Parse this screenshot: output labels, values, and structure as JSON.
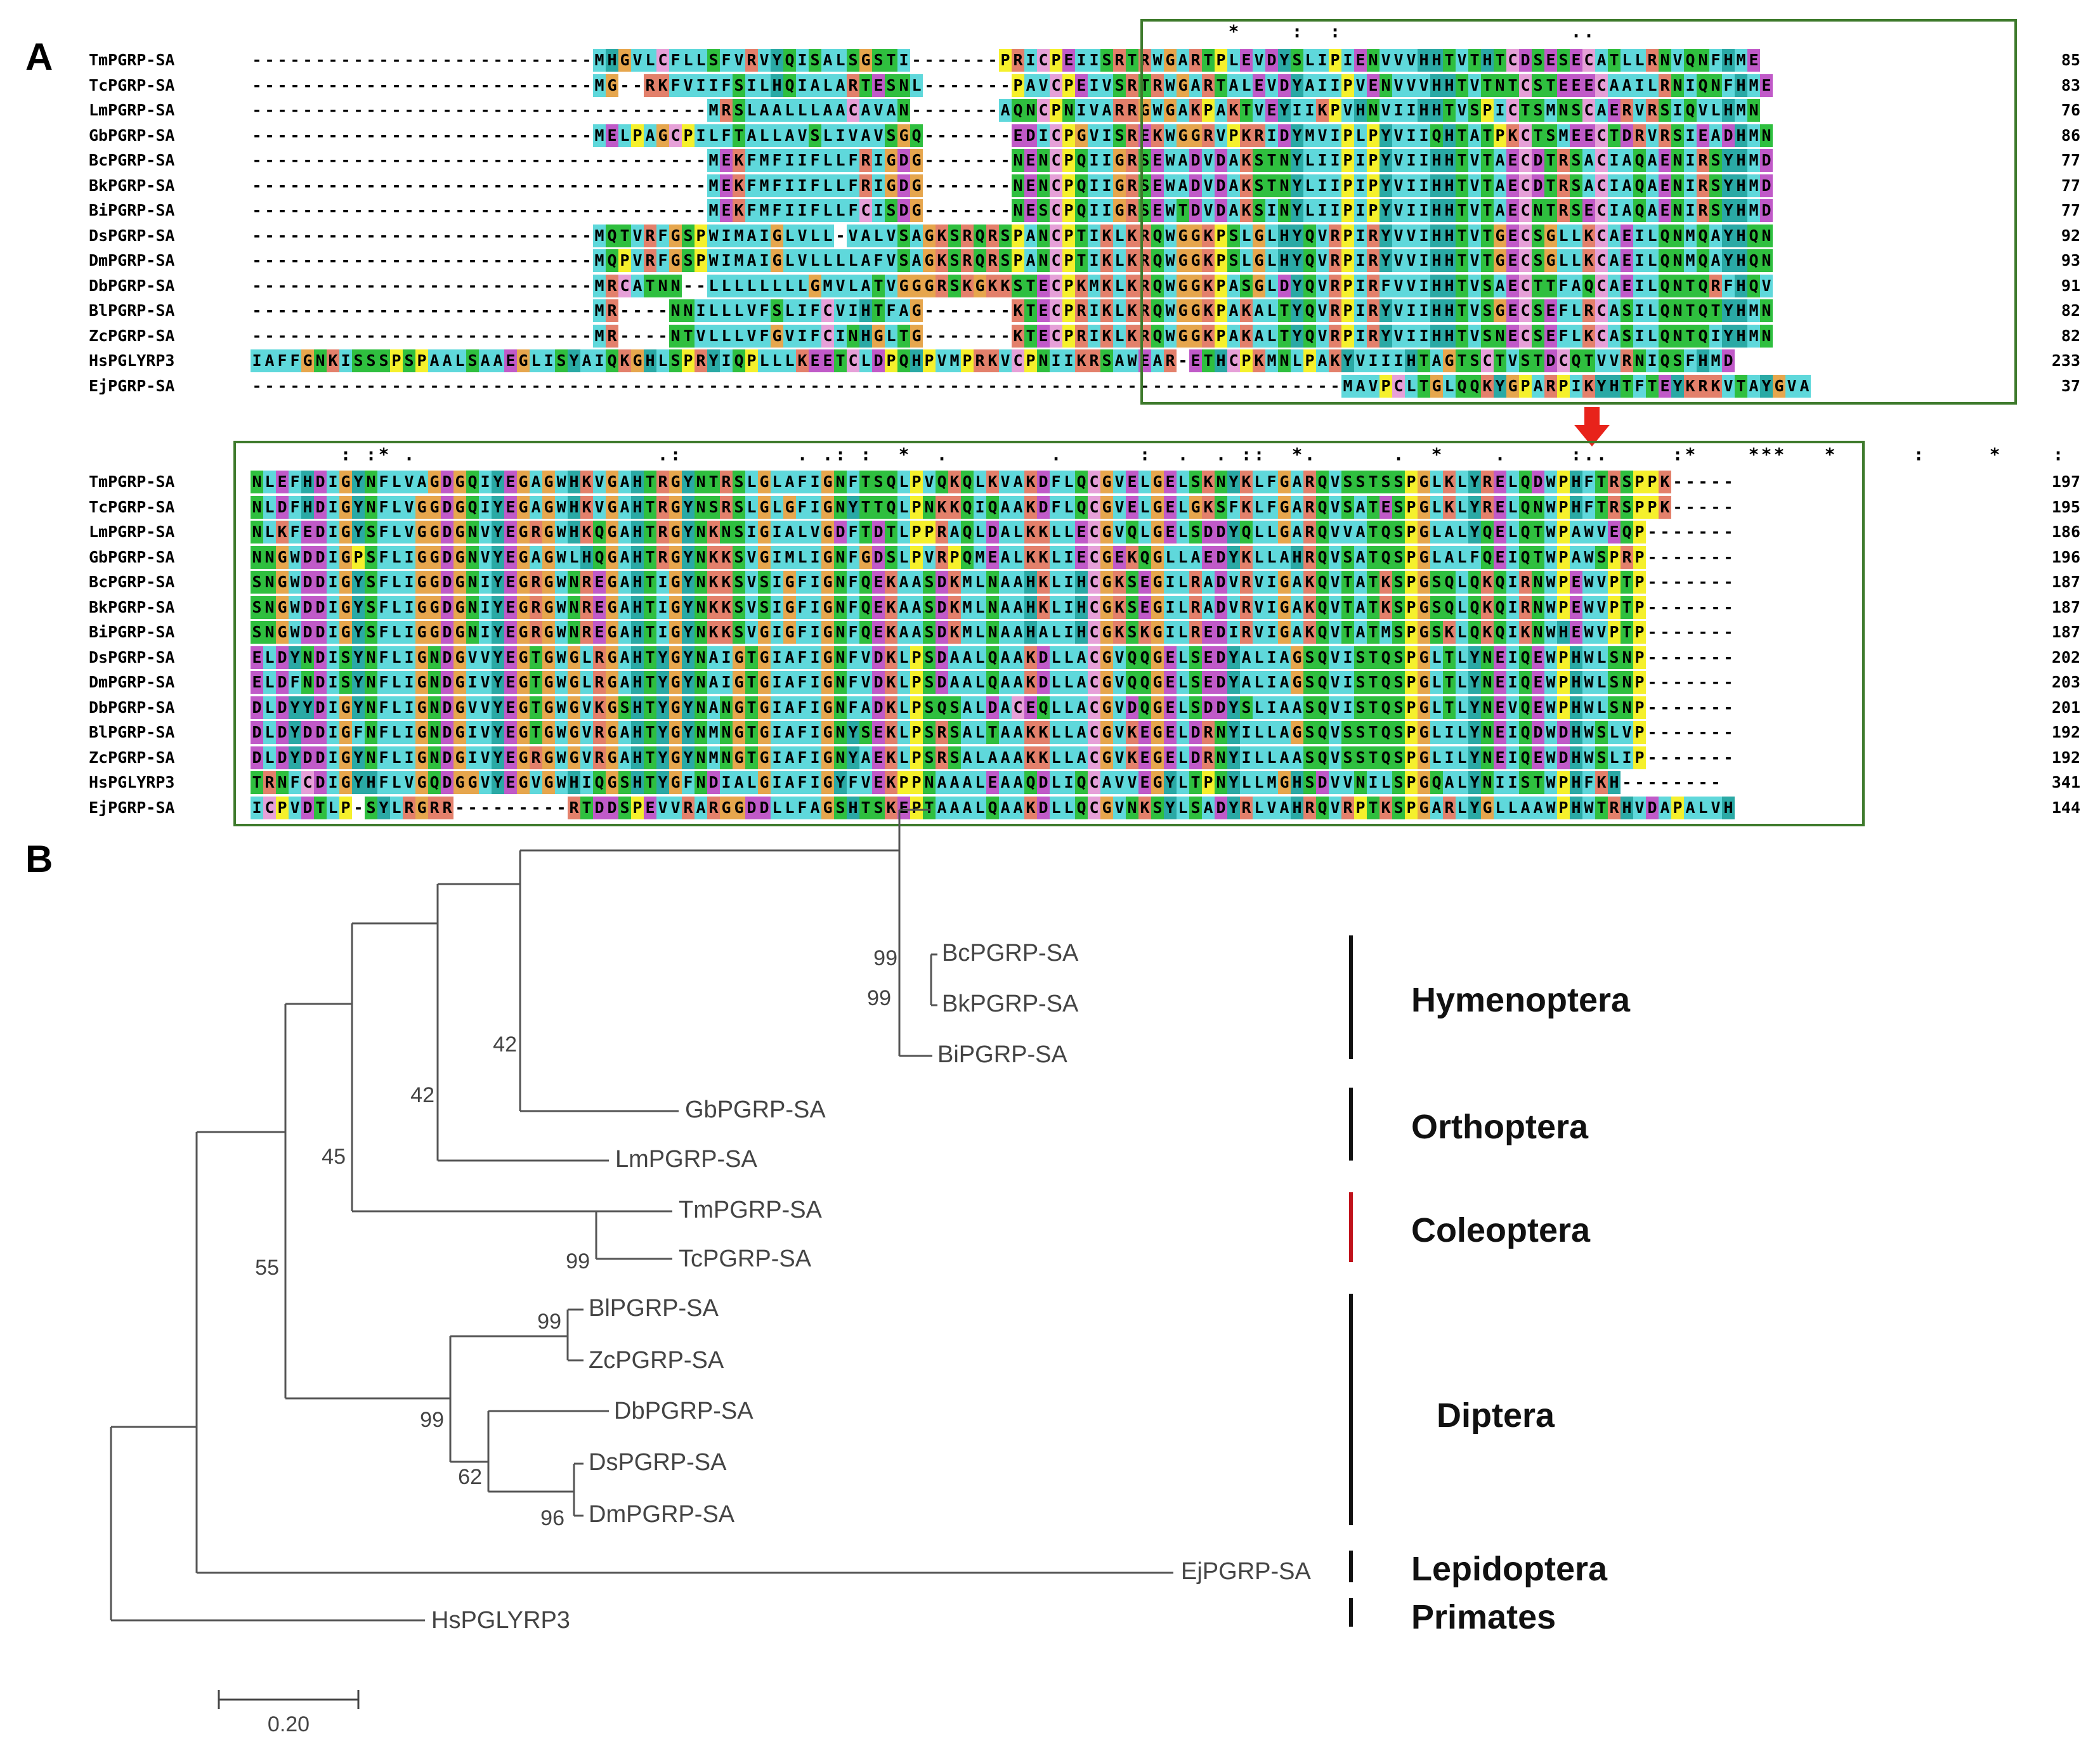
{
  "figure": {
    "panel_a_label": "A",
    "panel_b_label": "B",
    "alignment_block1": [
      {
        "name": "TmPGRP-SA",
        "seq": "---------------------------MHGVLCFLLSFVRVYQISALSGSTI-------PRICPEIISRTRWGARTPLEVDYSLIPIENVVVHHTVTHTCDSESECATLLRNVQNFHME",
        "num": "85"
      },
      {
        "name": "TcPGRP-SA",
        "seq": "---------------------------MG--RKFVIIFSILHQIALARTESNL-------PAVCPEIVSRTRWGARTALEVDYAIIPVENVVVHHTVTNTCSTEEECAAILRNIQNFHME",
        "num": "83"
      },
      {
        "name": "LmPGRP-SA",
        "seq": "------------------------------------MRSLAALLLAACAVAN-------AQNCPNIVARRGWGAKPAKTVEYIIKPVHNVIIHHTVSPICTSMNSCAERVRSIQVLHMN",
        "num": "76"
      },
      {
        "name": "GbPGRP-SA",
        "seq": "---------------------------MELPAGCPILFTALLAVSLIVAVSGQ-------EDICPGVISREKWGGRVPKRIDYMVIPLPYVIIQHTATPKCTSMEECTDRVRSIEADHMN",
        "num": "86"
      },
      {
        "name": "BcPGRP-SA",
        "seq": "------------------------------------MEKFMFIIFLLFRIGDG-------NENCPQIIGRSEWADVDAKSTNYLIIPIPYVIIHHTVTAECDTRSACIAQAENIRSYHMD",
        "num": "77"
      },
      {
        "name": "BkPGRP-SA",
        "seq": "------------------------------------MEKFMFIIFLLFRIGDG-------NENCPQIIGRSEWADVDAKSTNYLIIPIPYVIIHHTVTAECDTRSACIAQAENIRSYHMD",
        "num": "77"
      },
      {
        "name": "BiPGRP-SA",
        "seq": "------------------------------------MEKFMFIIFLLFCISDG-------NESCPQIIGRSEWTDVDAKSINYLIIPIPYVIIHHTVTAECNTRSECIAQAENIRSYHMD",
        "num": "77"
      },
      {
        "name": "DsPGRP-SA",
        "seq": "---------------------------MQTVRFGSPWIMAIGLVLL-VALVSAGKSRQRSPANCPTIKLKRQWGGKPSLGLHYQVRPIRYVVIHHTVTGECSGLLKCAEILQNMQAYHQN",
        "num": "92"
      },
      {
        "name": "DmPGRP-SA",
        "seq": "---------------------------MQPVRFGSPWIMAIGLVLLLLAFVSAGKSRQRSPANCPTIKLKRQWGGKPSLGLHYQVRPIRYVVIHHTVTGECSGLLKCAEILQNMQAYHQN",
        "num": "93"
      },
      {
        "name": "DbPGRP-SA",
        "seq": "---------------------------MRCATNN--LLLLLLLLGMVLATVGGGRSKGKKSTECPKMKLKRQWGGKPASGLDYQVRPIRFVVIHHTVSAECTTFAQCAEILQNTQRFHQV",
        "num": "91"
      },
      {
        "name": "BlPGRP-SA",
        "seq": "---------------------------MR----NNILLLVFSLIFCVIHTFAG-------KTECPRIKLKRQWGGKPAKALTYQVRPIRYVIIHHTVSGECSEFLRCASILQNTQTYHMN",
        "num": "82"
      },
      {
        "name": "ZcPGRP-SA",
        "seq": "---------------------------MR----NTVLLLVFGVIFCINHGLTG-------KTECPRIKLKRQWGGKPAKALTYQVRPIRYVIIHHTVSNECSEFLKCASILQNTQIYHMN",
        "num": "82"
      },
      {
        "name": "HsPGLYRP3",
        "seq": "IAFFGNKISSSPSPAALSAAEGLISYAIQKGHLSPRYIQPLLLKEETCLDPQHPVMPRKVCPNIIKRSAWEAR-ETHCPKMNLPAKYVIIIHTAGTSCTVSTDCQTVVRNIQSFHMD",
        "num": "233"
      },
      {
        "name": "EjPGRP-SA",
        "seq": "--------------------------------------------------------------------------------------MAVPCLTGLQQKYGPARPIKYHTFTEYKRKVTAYGVA",
        "num": "37"
      }
    ],
    "consensus_block1": "                                                                             *    :  :                  ..  ",
    "alignment_block2": [
      {
        "name": "TmPGRP-SA",
        "seq": "NLEFHDIGYNFLVAGDGQIYEGAGWHKVGAHTRGYNTRSLGLAFIGNFTSQLPVQKQLKVAKDFLQCGVELGELSKNYKLFGARQVSSTSSPGLKLYRELQDWPHFTRSPPK-----",
        "num": "197"
      },
      {
        "name": "TcPGRP-SA",
        "seq": "NLDFHDIGYNFLVGGDGQIYEGAGWHKVGAHTRGYNSRSLGLGFIGNYTTQLPNKKQIQAAKDFLQCGVELGELGKSFKLFGARQVSATESPGLKLYRELQNWPHFTRSPPK-----",
        "num": "195"
      },
      {
        "name": "LmPGRP-SA",
        "seq": "NLKFEDIGYSFLVGGDGNVYEGRGWHKQGAHTRGYNKNSIGIALVGDFTDTLPPRAQLDALKKLLECGVQLGELSDDYQLLGARQVVATQSPGLALYQELQTWPAWVEQP-------",
        "num": "186"
      },
      {
        "name": "GbPGRP-SA",
        "seq": "NNGWDDIGPSFLIGGDGNVYEGAGWLHQGAHTRGYNKKSVGIMLIGNFGDSLPVRPQMEALKKLIECGEKQGLLAEDYKLLAHRQVSATQSPGLALFQEIQTWPAWSPRP-------",
        "num": "196"
      },
      {
        "name": "BcPGRP-SA",
        "seq": "SNGWDDIGYSFLIGGDGNIYEGRGWNREGAHTIGYNKKSVSIGFIGNFQEKAASDKMLNAAHKLIHCGKSEGILRADVRVIGAKQVTATKSPGSQLQKQIRNWPEWVPTP-------",
        "num": "187"
      },
      {
        "name": "BkPGRP-SA",
        "seq": "SNGWDDIGYSFLIGGDGNIYEGRGWNREGAHTIGYNKKSVSIGFIGNFQEKAASDKMLNAAHKLIHCGKSEGILRADVRVIGAKQVTATKSPGSQLQKQIRNWPEWVPTP-------",
        "num": "187"
      },
      {
        "name": "BiPGRP-SA",
        "seq": "SNGWDDIGYSFLIGGDGNIYEGRGWNREGAHTIGYNKKSVGIGFIGNFQEKAASDKMLNAAHALIHCGKSKGILREDIRVIGAKQVTATMSPGSKLQKQIKNWHEWVPTP-------",
        "num": "187"
      },
      {
        "name": "DsPGRP-SA",
        "seq": "ELDYNDISYNFLIGNDGVVYEGTGWGLRGAHTYGYNAIGTGIAFIGNFVDKLPSDAALQAAKDLLACGVQQGELSEDYALIAGSQVISTQSPGLTLYNEIQEWPHWLSNP-------",
        "num": "202"
      },
      {
        "name": "DmPGRP-SA",
        "seq": "ELDFNDISYNFLIGNDGIVYEGTGWGLRGAHTYGYNAIGTGIAFIGNFVDKLPSDAALQAAKDLLACGVQQGELSEDYALIAGSQVISTQSPGLTLYNEIQEWPHWLSNP-------",
        "num": "203"
      },
      {
        "name": "DbPGRP-SA",
        "seq": "DLDYYDIGYNFLIGNDGVVYEGTGWGVKGSHTYGYNANGTGIAFIGNFADKLPSQSALDACEQLLACGVDQGELSDDYSLIAASQVISTQSPGLTLYNEVQEWPHWLSNP-------",
        "num": "201"
      },
      {
        "name": "BlPGRP-SA",
        "seq": "DLDYDDIGFNFLIGNDGIVYEGTGWGVRGAHTYGYNMNGTGIAFIGNYSEKLPSRSALTAAKKLLACGVKEGELDRNYILLAGSQVSSTQSPGLILYNEIQDWDHWSLVP-------",
        "num": "192"
      },
      {
        "name": "ZcPGRP-SA",
        "seq": "DLDYDDIGYNFLIGNDGIVYEGRGWGVRGAHTYGYNMNGTGIAFIGNYAEKLPSRSALAAAKKLLACGVKEGELDRNYILLAASQVSSTQSPGLILYNEIQEWDHWSLIP-------",
        "num": "192"
      },
      {
        "name": "HsPGLYRP3",
        "seq": "TRNFCDIGYHFLVGQDGGVYEGVGWHIQGSHTYGFNDIALGIAFIGYFVEKPPNAAALEAAQDLIQCAVVEGYLTPNYLLMGHSDVVNILSPGQALYNIISTWPHFKH--------",
        "num": "341"
      },
      {
        "name": "EjPGRP-SA",
        "seq": "ICPVDTLP-SYLRGRR---------RTDDSPEVVRARGGDDLLFAGSHTSKEPTAAALQAAKDLLQCGVNKSYLSADYRLVAHRQVRPTKSPGARLYGLLAAWPHWTRHVDAPALVH",
        "num": "144"
      }
    ],
    "consensus_block2": "       : :* .                   .:         . .: :  *  .        .      :  .  . ::  *.      .  *    .     :..     :*    ***   *      :     *    :  ",
    "tree": {
      "leaves": [
        "BcPGRP-SA",
        "BkPGRP-SA",
        "BiPGRP-SA",
        "GbPGRP-SA",
        "LmPGRP-SA",
        "TmPGRP-SA",
        "TcPGRP-SA",
        "BlPGRP-SA",
        "ZcPGRP-SA",
        "DbPGRP-SA",
        "DsPGRP-SA",
        "DmPGRP-SA",
        "EjPGRP-SA",
        "HsPGLYRP3"
      ],
      "bootstraps": [
        "99",
        "99",
        "42",
        "42",
        "45",
        "55",
        "99",
        "99",
        "99",
        "62",
        "96"
      ],
      "groups": [
        {
          "name": "Hymenoptera",
          "color": "#111111"
        },
        {
          "name": "Orthoptera",
          "color": "#111111"
        },
        {
          "name": "Coleoptera",
          "color": "#c0121b"
        },
        {
          "name": "Diptera",
          "color": "#111111"
        },
        {
          "name": "Lepidoptera",
          "color": "#111111"
        },
        {
          "name": "Primates",
          "color": "#111111"
        }
      ],
      "scale_label": "0.20"
    }
  }
}
